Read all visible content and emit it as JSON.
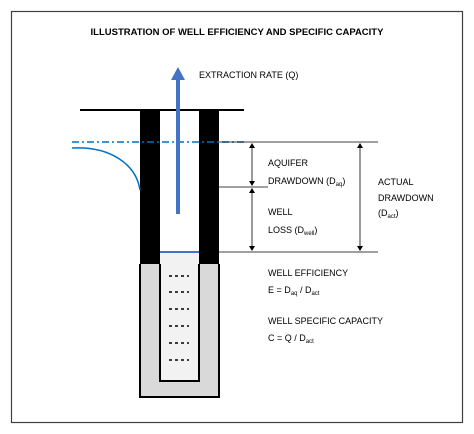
{
  "title": "ILLUSTRATION OF WELL EFFICIENCY AND SPECIFIC CAPACITY",
  "extraction": "EXTRACTION RATE (Q)",
  "aquifer": {
    "line1": "AQUIFER",
    "line2": "DRAWDOWN (D",
    "sub": "aq",
    "close": ")"
  },
  "well_loss": {
    "line1": "WELL",
    "line2": "LOSS (D",
    "sub": "well",
    "close": ")"
  },
  "actual": {
    "line1": "ACTUAL",
    "line2": "DRAWDOWN",
    "line3": "(D",
    "sub": "act",
    "close": ")"
  },
  "efficiency": {
    "heading": "WELL EFFICIENCY",
    "eq_start": "E = D",
    "sub1": "aq",
    "eq_mid": " / D",
    "sub2": "act"
  },
  "specific_capacity": {
    "heading": "WELL SPECIFIC CAPACITY",
    "eq_start": "C = Q / D",
    "sub1": "act"
  },
  "colors": {
    "casing": "#000000",
    "arrow": "#4472c4",
    "water_level": "#0070c0",
    "water_fill": "#d9d9d9",
    "border": "#404040"
  }
}
